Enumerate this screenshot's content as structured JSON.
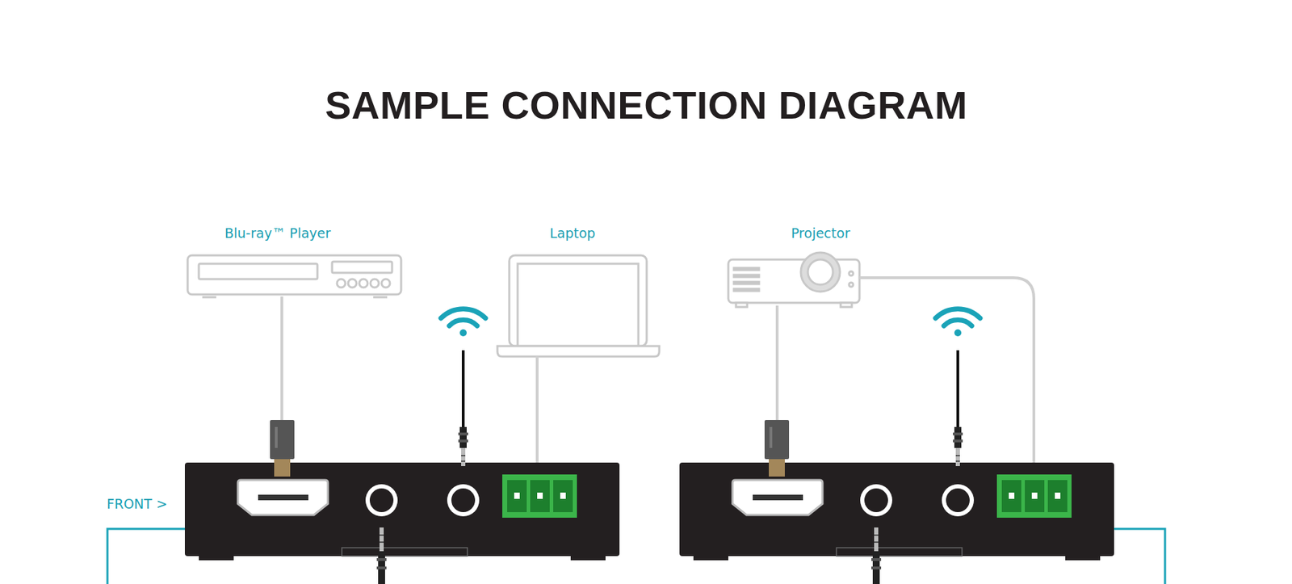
{
  "diagram": {
    "title": "SAMPLE CONNECTION DIAGRAM",
    "nodes": [
      {
        "text": [
          "Blu-ray™ Player"
        ]
      },
      {
        "text": [
          "Laptop"
        ]
      },
      {
        "text": [
          "Projector"
        ]
      }
    ],
    "labels": [
      "FRONT >"
    ]
  }
}
